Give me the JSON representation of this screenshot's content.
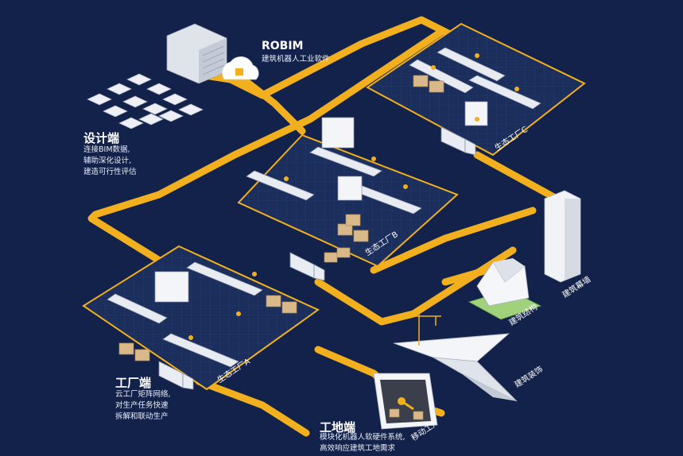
{
  "robim": {
    "title": "ROBIM",
    "subtitle": "建筑机器人工业软件"
  },
  "design": {
    "title": "设计端",
    "lines": [
      "连接BIM数据,",
      "辅助深化设计,",
      "建造可行性评估"
    ]
  },
  "factory": {
    "title": "工厂端",
    "lines": [
      "云工厂矩阵网络,",
      "对生产任务快速",
      "拆解和联动生产"
    ]
  },
  "site": {
    "title": "工地端",
    "lines": [
      "模块化机器人软硬件系统,",
      "高效响应建筑工地需求"
    ]
  },
  "eco_factories": {
    "a": "生态工厂A",
    "b": "生态工厂B",
    "c": "生态工厂C"
  },
  "mobile_factory": "移动工厂",
  "outputs": {
    "curtain_wall": "建筑幕墙",
    "structure": "建筑结构",
    "decoration": "建筑装饰"
  },
  "colors": {
    "background": "#13224a",
    "track": "#f2b01e",
    "platform_edge": "#f2b01e"
  }
}
